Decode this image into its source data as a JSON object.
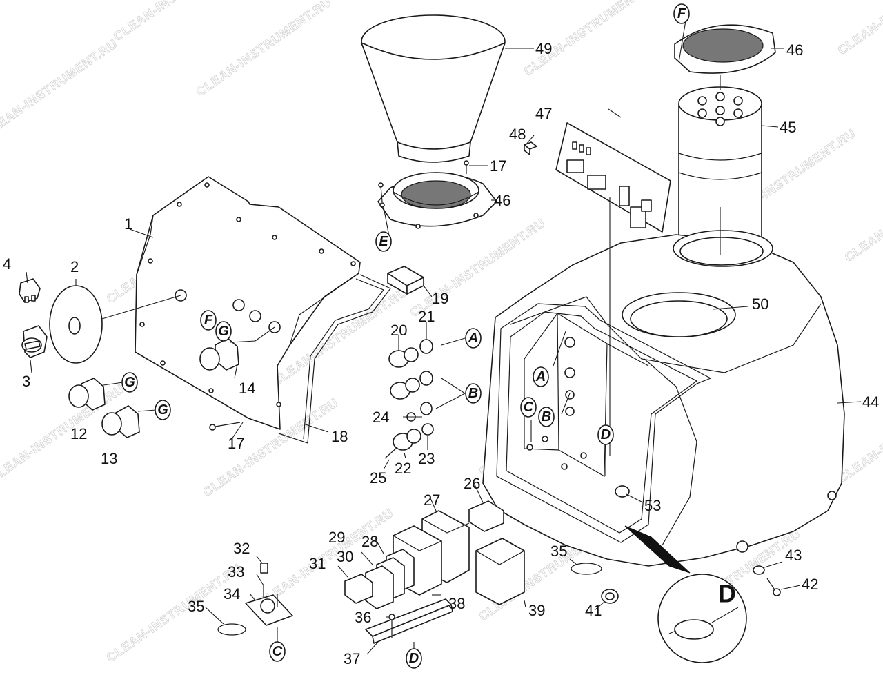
{
  "watermark": "CLEAN-INSTRUMENT.RU",
  "callouts": [
    {
      "id": "1",
      "label": "1"
    },
    {
      "id": "2",
      "label": "2"
    },
    {
      "id": "3",
      "label": "3"
    },
    {
      "id": "4",
      "label": "4"
    },
    {
      "id": "12",
      "label": "12"
    },
    {
      "id": "13",
      "label": "13"
    },
    {
      "id": "14",
      "label": "14"
    },
    {
      "id": "17a",
      "label": "17"
    },
    {
      "id": "17b",
      "label": "17"
    },
    {
      "id": "18",
      "label": "18"
    },
    {
      "id": "19",
      "label": "19"
    },
    {
      "id": "20",
      "label": "20"
    },
    {
      "id": "21",
      "label": "21"
    },
    {
      "id": "22",
      "label": "22"
    },
    {
      "id": "23",
      "label": "23"
    },
    {
      "id": "24",
      "label": "24"
    },
    {
      "id": "25",
      "label": "25"
    },
    {
      "id": "26",
      "label": "26"
    },
    {
      "id": "27",
      "label": "27"
    },
    {
      "id": "28",
      "label": "28"
    },
    {
      "id": "29",
      "label": "29"
    },
    {
      "id": "30",
      "label": "30"
    },
    {
      "id": "31",
      "label": "31"
    },
    {
      "id": "32",
      "label": "32"
    },
    {
      "id": "33",
      "label": "33"
    },
    {
      "id": "34",
      "label": "34"
    },
    {
      "id": "35a",
      "label": "35"
    },
    {
      "id": "35b",
      "label": "35"
    },
    {
      "id": "36",
      "label": "36"
    },
    {
      "id": "37",
      "label": "37"
    },
    {
      "id": "38",
      "label": "38"
    },
    {
      "id": "39",
      "label": "39"
    },
    {
      "id": "41",
      "label": "41"
    },
    {
      "id": "42",
      "label": "42"
    },
    {
      "id": "43",
      "label": "43"
    },
    {
      "id": "44",
      "label": "44"
    },
    {
      "id": "45",
      "label": "45"
    },
    {
      "id": "46a",
      "label": "46"
    },
    {
      "id": "46b",
      "label": "46"
    },
    {
      "id": "47",
      "label": "47"
    },
    {
      "id": "48",
      "label": "48"
    },
    {
      "id": "49",
      "label": "49"
    },
    {
      "id": "50",
      "label": "50"
    },
    {
      "id": "53",
      "label": "53"
    }
  ],
  "letter_markers": [
    {
      "id": "A1",
      "label": "A"
    },
    {
      "id": "A2",
      "label": "A"
    },
    {
      "id": "B1",
      "label": "B"
    },
    {
      "id": "B2",
      "label": "B"
    },
    {
      "id": "C1",
      "label": "C"
    },
    {
      "id": "C2",
      "label": "C"
    },
    {
      "id": "D1",
      "label": "D"
    },
    {
      "id": "D2",
      "label": "D"
    },
    {
      "id": "E1",
      "label": "E"
    },
    {
      "id": "E2",
      "label": "E"
    },
    {
      "id": "F1",
      "label": "F"
    },
    {
      "id": "F2",
      "label": "F"
    },
    {
      "id": "G1",
      "label": "G"
    },
    {
      "id": "G2",
      "label": "G"
    }
  ],
  "detail_view": {
    "label": "D"
  }
}
